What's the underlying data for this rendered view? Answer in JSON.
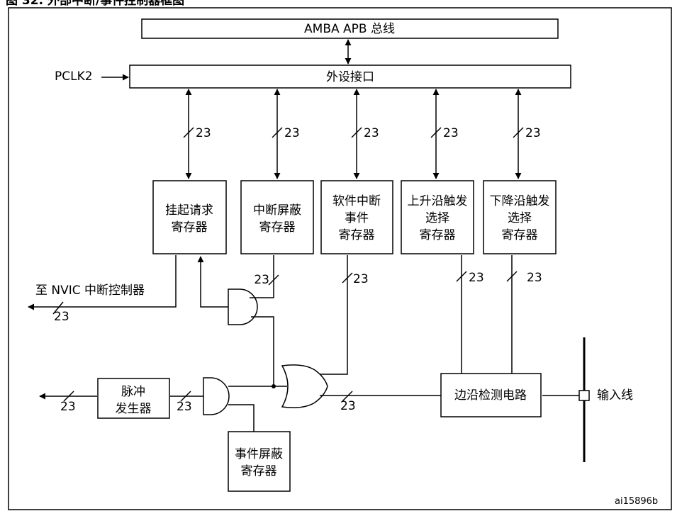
{
  "figure": {
    "title": "图 32. 外部中断/事件控制器框图",
    "id": "ai15896b"
  },
  "bus": {
    "label": "AMBA APB 总线"
  },
  "peripheral": {
    "label": "外设接口",
    "clock": "PCLK2"
  },
  "width_label": "23",
  "registers": {
    "pending": [
      "挂起请求",
      "寄存器"
    ],
    "int_mask": [
      "中断屏蔽",
      "寄存器"
    ],
    "sw_int": [
      "软件中断",
      "事件",
      "寄存器"
    ],
    "rising": [
      "上升沿触发",
      "选择",
      "寄存器"
    ],
    "falling": [
      "下降沿触发",
      "选择",
      "寄存器"
    ],
    "event_mask": [
      "事件屏蔽",
      "寄存器"
    ]
  },
  "blocks": {
    "pulse": [
      "脉冲",
      "发生器"
    ],
    "edge": "边沿检测电路"
  },
  "signals": {
    "to_nvic": "至 NVIC 中断控制器",
    "input": "输入线"
  }
}
